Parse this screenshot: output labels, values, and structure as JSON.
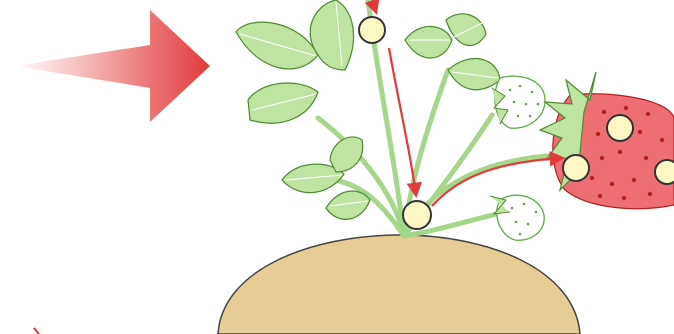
{
  "colors": {
    "background": "#ffffff",
    "arrow_fill": "#e23a3a",
    "flow_arrow": "#e23a3a",
    "leaf_fill": "#bfe3a0",
    "leaf_stroke": "#4e8a32",
    "stem": "#a6d68a",
    "soil_fill": "#e6cd96",
    "soil_stroke": "#444444",
    "ripe_berry": "#ee6f72",
    "ripe_seed": "#b51f1f",
    "unripe_berry": "#ffffff",
    "unripe_seed": "#5fa94a",
    "node_fill": "#fdf8c4",
    "node_stroke": "#333333"
  },
  "nodes": [
    "leaf-node",
    "crown-node",
    "berry-node-left",
    "berry-node-top",
    "berry-node-right"
  ],
  "flows": [
    "leaf-to-crown",
    "crown-to-berry"
  ]
}
